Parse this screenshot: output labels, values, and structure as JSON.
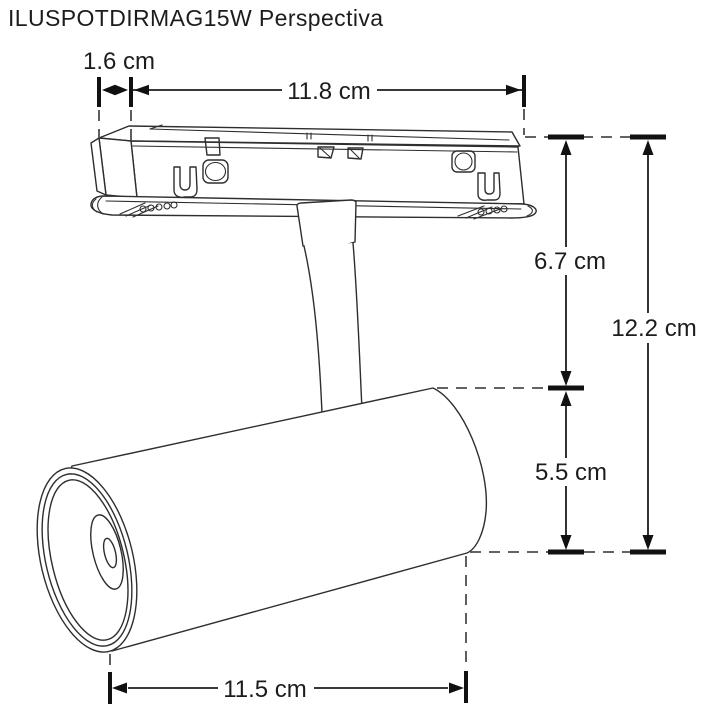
{
  "title": "ILUSPOTDIRMAG15W Perspectiva",
  "dimensions": {
    "adapter_side_offset": "1.6 cm",
    "adapter_width": "11.8 cm",
    "upper_section_height": "6.7 cm",
    "total_height": "12.2 cm",
    "body_section_height": "5.5 cm",
    "body_length": "11.5 cm"
  },
  "colors": {
    "ink": "#1c1c1c",
    "outline": "#2e2e2e",
    "dash": "#4d4d4d",
    "background": "#ffffff"
  }
}
